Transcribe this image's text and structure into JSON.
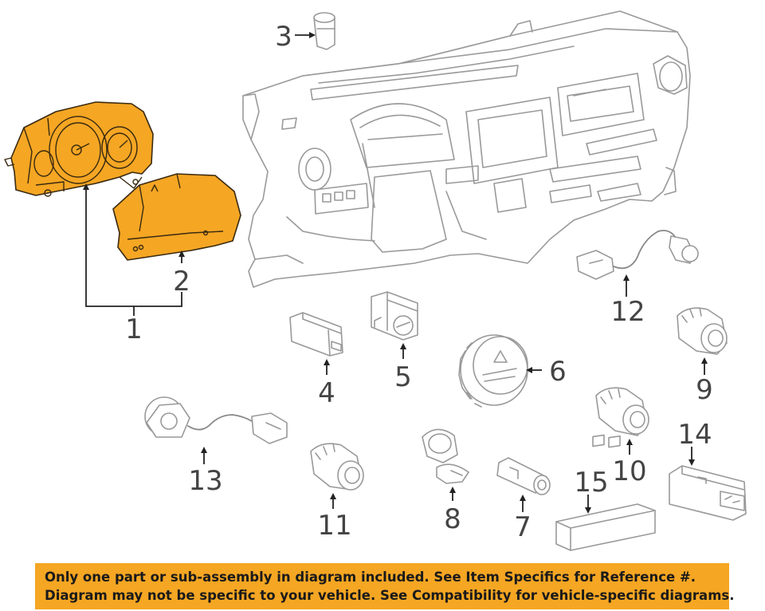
{
  "callouts": {
    "c1": "1",
    "c2": "2",
    "c3": "3",
    "c4": "4",
    "c5": "5",
    "c6": "6",
    "c7": "7",
    "c8": "8",
    "c9": "9",
    "c10": "10",
    "c11": "11",
    "c12": "12",
    "c13": "13",
    "c14": "14",
    "c15": "15"
  },
  "disclaimer": {
    "line1": "Only one part or sub-assembly in diagram included. See Item Specifics for Reference #.",
    "line2": "Diagram may not be specific to your vehicle. See Compatibility for vehicle-specific diagrams."
  },
  "colors": {
    "highlight": "#F5A623",
    "banner": "#F5A623",
    "line_art": "#999999"
  }
}
